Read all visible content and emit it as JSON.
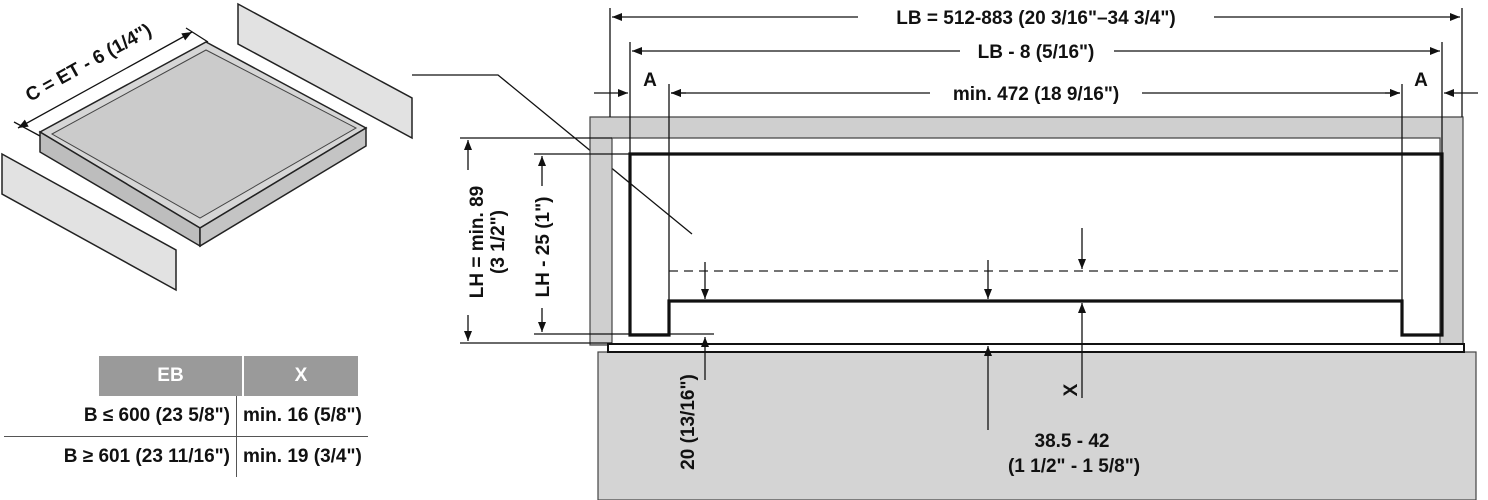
{
  "labels": {
    "lb": "LB = 512-883 (20 3/16\"–34 3/4\")",
    "lb_minus_8": "LB - 8 (5/16\")",
    "min_472": "min. 472 (18 9/16\")",
    "a_left": "A",
    "a_right": "A",
    "c_et": "C = ET - 6 (1/4\")",
    "lh_line1": "LH = min. 89",
    "lh_line2": "(3 1/2\")",
    "lh_minus_25": "LH - 25 (1\")",
    "twenty": "20 (13/16\")",
    "x": "X",
    "range_line1": "38.5 - 42",
    "range_line2": "(1 1/2\" - 1 5/8\")"
  },
  "table": {
    "headers": [
      "EB",
      "X"
    ],
    "rows": [
      {
        "b": "B ≤ 600 (23 5/8\")",
        "x": "min. 16 (5/8\")"
      },
      {
        "b": "B ≥ 601 (23 11/16\")",
        "x": "min. 19 (3/4\")"
      }
    ]
  },
  "colors": {
    "panel_gray": "#cfcfcf",
    "cabinet_gray": "#d4d4d4",
    "header_gray": "#9a9a9a",
    "line": "#111111"
  }
}
